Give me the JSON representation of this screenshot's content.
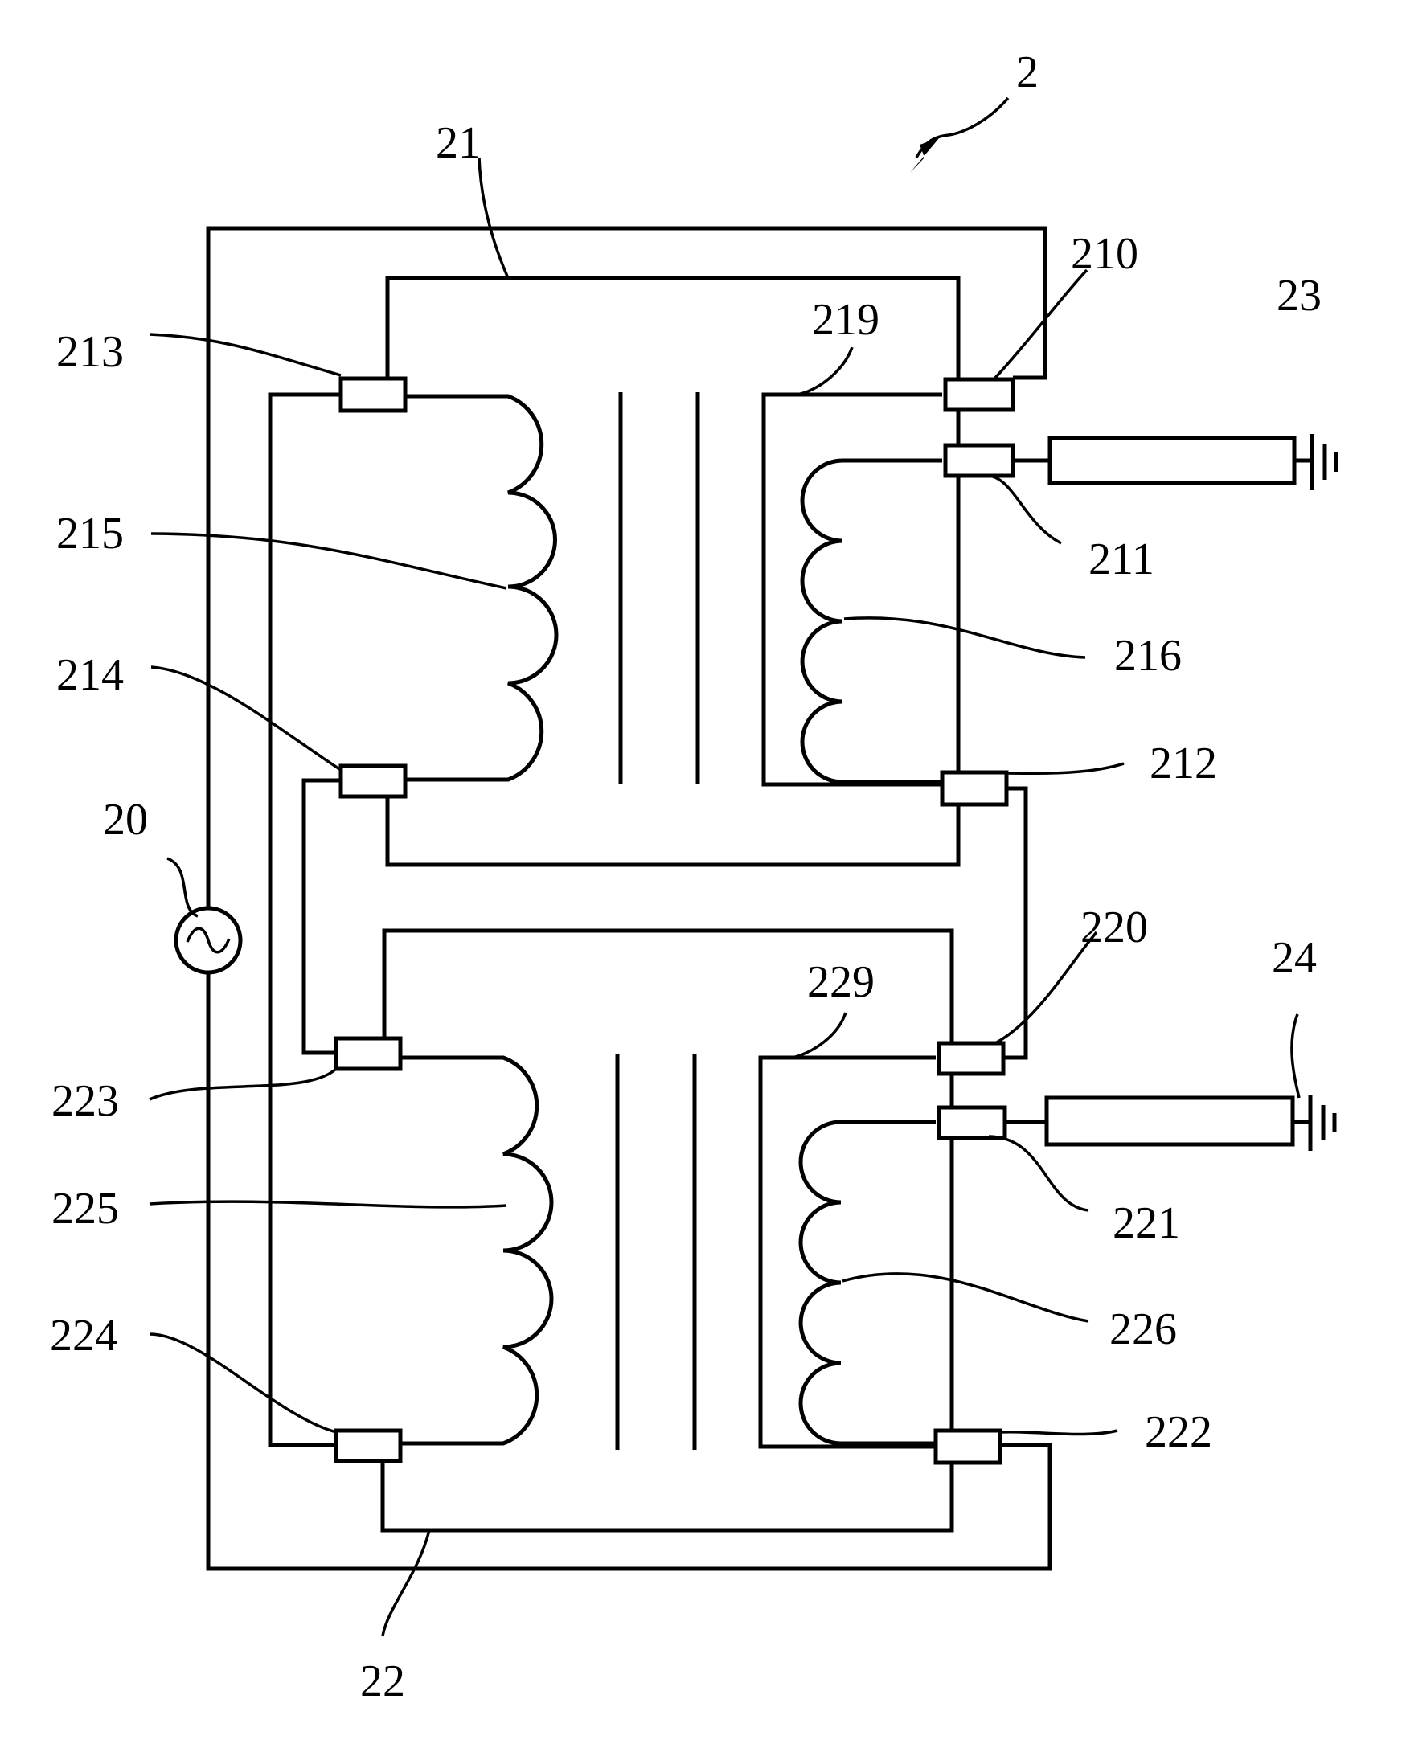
{
  "figure": {
    "ref": "2"
  },
  "labels": {
    "l2": "2",
    "l20": "20",
    "l21": "21",
    "l22": "22",
    "l23": "23",
    "l24": "24",
    "l210": "210",
    "l211": "211",
    "l212": "212",
    "l213": "213",
    "l214": "214",
    "l215": "215",
    "l216": "216",
    "l219": "219",
    "l220": "220",
    "l221": "221",
    "l222": "222",
    "l223": "223",
    "l224": "224",
    "l225": "225",
    "l226": "226",
    "l229": "229"
  }
}
